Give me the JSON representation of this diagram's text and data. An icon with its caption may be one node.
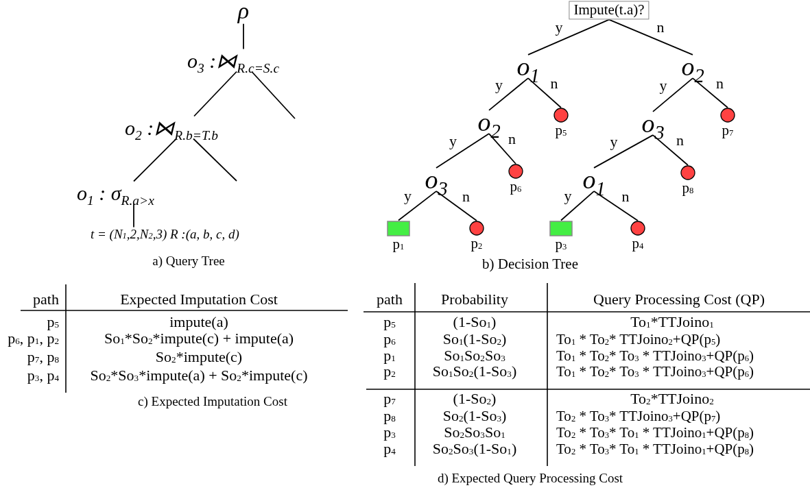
{
  "diagram": {
    "nodes": [
      {
        "text": [
          "ρ"
        ]
      },
      {
        "text": [
          "o$_{3}$ :⋈$_{R.c=S.c}$"
        ]
      },
      {
        "text": [
          "o$_{2}$ :⋈$_{R.b=T.b}$"
        ]
      },
      {
        "text": [
          "o$_{1}$ : σ$_{R.a>x}$"
        ]
      },
      {
        "text": [
          "t = (N$_{1}$,2,N$_{2}$,3) R :(a, b, c, d)"
        ]
      },
      {
        "text": [
          "Impute(t.a)?"
        ]
      },
      {
        "text": [
          "o$_{1}$"
        ]
      },
      {
        "text": [
          "o$_{2}$"
        ]
      },
      {
        "text": [
          "o$_{2}$"
        ]
      },
      {
        "text": [],
        "shape": "circle",
        "beside": [
          "p$_{5}$"
        ]
      },
      {
        "text": [
          "o$_{3}$"
        ]
      },
      {
        "text": [],
        "shape": "circle",
        "beside": [
          "p$_{7}$"
        ]
      },
      {
        "text": [
          "o$_{3}$"
        ]
      },
      {
        "text": [],
        "shape": "circle",
        "beside": [
          "p$_{6}$"
        ]
      },
      {
        "text": [
          "o$_{1}$"
        ]
      },
      {
        "text": [],
        "shape": "circle",
        "beside": [
          "p$_{8}$"
        ]
      },
      {
        "text": [],
        "shape": "box",
        "beside": [
          "p$_{1}$"
        ]
      },
      {
        "text": [],
        "shape": "circle",
        "beside": [
          "p$_{2}$"
        ]
      },
      {
        "text": [],
        "shape": "box",
        "beside": [
          "p$_{3}$"
        ]
      },
      {
        "text": [],
        "shape": "circle",
        "beside": [
          "p$_{4}$"
        ]
      }
    ],
    "edges": [
      {
        "from": 0,
        "to": 1,
        "arrow": "none"
      },
      {
        "from": 1,
        "to": 2,
        "arrow": "none"
      },
      {
        "from": 1,
        "to": null,
        "arrow": "none"
      },
      {
        "from": 2,
        "to": 3,
        "arrow": "none"
      },
      {
        "from": 2,
        "to": null,
        "arrow": "none"
      },
      {
        "from": 3,
        "to": 4,
        "arrow": "none"
      },
      {
        "from": 5,
        "to": 6,
        "label": "y",
        "arrow": "none"
      },
      {
        "from": 5,
        "to": 7,
        "label": "n",
        "arrow": "none"
      },
      {
        "from": 6,
        "to": 8,
        "label": "y",
        "arrow": "none"
      },
      {
        "from": 6,
        "to": 9,
        "label": "n",
        "arrow": "none"
      },
      {
        "from": 7,
        "to": 10,
        "label": "y",
        "arrow": "none"
      },
      {
        "from": 7,
        "to": 11,
        "label": "n",
        "arrow": "none"
      },
      {
        "from": 8,
        "to": 12,
        "label": "y",
        "arrow": "none"
      },
      {
        "from": 8,
        "to": 13,
        "label": "n",
        "arrow": "none"
      },
      {
        "from": 10,
        "to": 14,
        "label": "y",
        "arrow": "none"
      },
      {
        "from": 10,
        "to": 15,
        "label": "n",
        "arrow": "none"
      },
      {
        "from": 12,
        "to": 16,
        "label": "y",
        "arrow": "none"
      },
      {
        "from": 12,
        "to": 17,
        "label": "n",
        "arrow": "none"
      },
      {
        "from": 14,
        "to": 18,
        "label": "y",
        "arrow": "none"
      },
      {
        "from": 14,
        "to": 19,
        "label": "n",
        "arrow": "none"
      }
    ],
    "labels": [
      "a) Query Tree",
      "b) Decision Tree",
      "path",
      "Expected Imputation Cost",
      "p$_{5}$",
      "impute(a)",
      "p$_{6}$, p$_{1}$, p$_{2}$",
      "So$_{1}$*So$_{2}$*impute(c) + impute(a)",
      "p$_{7}$, p$_{8}$",
      "So$_{2}$*impute(c)",
      "p$_{3}$, p$_{4}$",
      "So$_{2}$*So$_{3}$*impute(a) + So$_{2}$*impute(c)",
      "c) Expected Imputation Cost",
      "path",
      "Probability",
      "Query Processing Cost (QP)",
      "p$_{5}$",
      "(1-So$_{1}$)",
      "To$_{1}$*TTJoino$_{1}$",
      "p$_{6}$",
      "So$_{1}$(1-So$_{2}$)",
      "To$_{1}$ * To$_{2}$* TTJoino$_{2}$+QP(p$_{5}$)",
      "p$_{1}$",
      "So$_{1}$So$_{2}$So$_{3}$",
      "To$_{1}$ * To$_{2}$* To$_{3}$ * TTJoino$_{3}$+QP(p$_{6}$)",
      "p$_{2}$",
      "So$_{1}$So$_{2}$(1-So$_{3}$)",
      "To$_{1}$ * To$_{2}$* To$_{3}$ * TTJoino$_{3}$+QP(p$_{6}$)",
      "p$_{7}$",
      "(1-So$_{2}$)",
      "To$_{2}$*TTJoino$_{2}$",
      "p$_{8}$",
      "So$_{2}$(1-So$_{3}$)",
      "To$_{2}$ * To$_{3}$* TTJoino$_{3}$+QP(p$_{7}$)",
      "p$_{3}$",
      "So$_{2}$So$_{3}$So$_{1}$",
      "To$_{2}$ * To$_{3}$* To$_{1}$ * TTJoino$_{1}$+QP(p$_{8}$)",
      "p$_{4}$",
      "So$_{2}$So$_{3}$(1-So$_{1}$)",
      "To$_{2}$ * To$_{3}$* To$_{1}$ * TTJoino$_{1}$+QP(p$_{8}$)",
      "d) Expected Query Processing Cost"
    ]
  }
}
